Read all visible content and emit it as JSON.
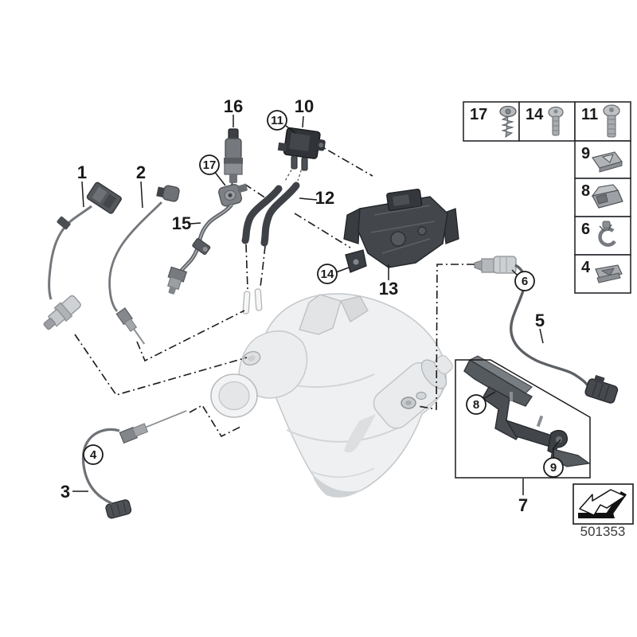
{
  "colors": {
    "ink": "#1a1a1a",
    "ghost_fill": "#eef0f1",
    "ghost_stroke": "#c4c7ca",
    "part_dark": "#3e4246",
    "part_mid": "#74787c",
    "part_light": "#cdd0d2"
  },
  "callouts": {
    "plain": {
      "p1": "1",
      "p2": "2",
      "p3": "3",
      "p5": "5",
      "p7": "7",
      "p10": "10",
      "p12": "12",
      "p13": "13",
      "p15": "15",
      "p16": "16"
    },
    "circled": {
      "c4": "4",
      "c6": "6",
      "c8": "8",
      "c9": "9",
      "c11": "11",
      "c14": "14",
      "c17": "17"
    }
  },
  "legend": {
    "cells": [
      {
        "label": "17",
        "icon": "coarse-thread-screw-icon"
      },
      {
        "label": "14",
        "icon": "button-head-screw-icon"
      },
      {
        "label": "11",
        "icon": "machine-screw-icon"
      },
      {
        "label": "9",
        "icon": "clip-nut-icon"
      },
      {
        "label": "8",
        "icon": "retaining-clip-icon"
      },
      {
        "label": "6",
        "icon": "pipe-clamp-icon"
      },
      {
        "label": "4",
        "icon": "cable-clip-icon"
      }
    ]
  },
  "footer": {
    "diagram_number": "501353",
    "arrow_icon": "direction-of-travel-arrow-icon"
  }
}
